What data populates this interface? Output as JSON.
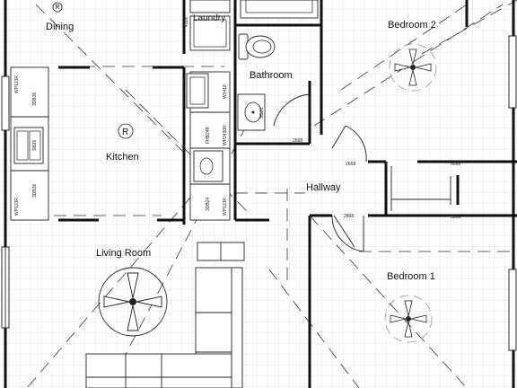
{
  "rooms": {
    "dining": "Dining",
    "laundry": "Laundry",
    "bedroom2": "Bedroom 2",
    "bathroom": "Bathroom",
    "kitchen": "Kitchen",
    "hallway": "Hallway",
    "living_room": "Living Room",
    "bedroom1": "Bedroom 1"
  },
  "symbols": {
    "range_marker": "R"
  },
  "door_codes": {
    "bath_door": "2668",
    "hall_door_top": "2668",
    "hall_door_bottom": "2868",
    "closet_top": "5068",
    "closet_bottom": "5068"
  },
  "cabinet_codes": {
    "wall_window": "WP123R",
    "base_left_top": "3DB36",
    "sink_base": "SB36",
    "base_left_bottom": "3DB36",
    "wall_left_bottom": "WP123R",
    "dryer_tag": "4118",
    "wall_3418": "W3418",
    "fridge_panel": "FHB24R",
    "wall_right": "WP2430R",
    "base_right": "3DB24",
    "wall_right_bottom": "WP123R",
    "bath_sink": "SB30"
  },
  "icons": [
    "ceiling-fan-icon",
    "range-marker-icon",
    "toilet-icon",
    "sink-icon",
    "sofa-icon"
  ]
}
